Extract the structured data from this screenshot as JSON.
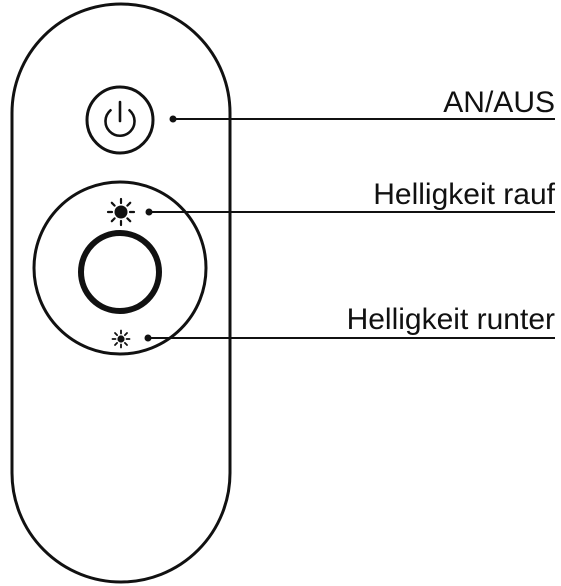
{
  "labels": {
    "power": "AN/AUS",
    "brightness_up": "Helligkeit rauf",
    "brightness_down": "Helligkeit runter"
  },
  "icons": {
    "power": "power-icon",
    "brightness_up": "sun-large-icon",
    "brightness_down": "sun-small-icon"
  },
  "colors": {
    "line": "#111111",
    "background": "#ffffff"
  }
}
